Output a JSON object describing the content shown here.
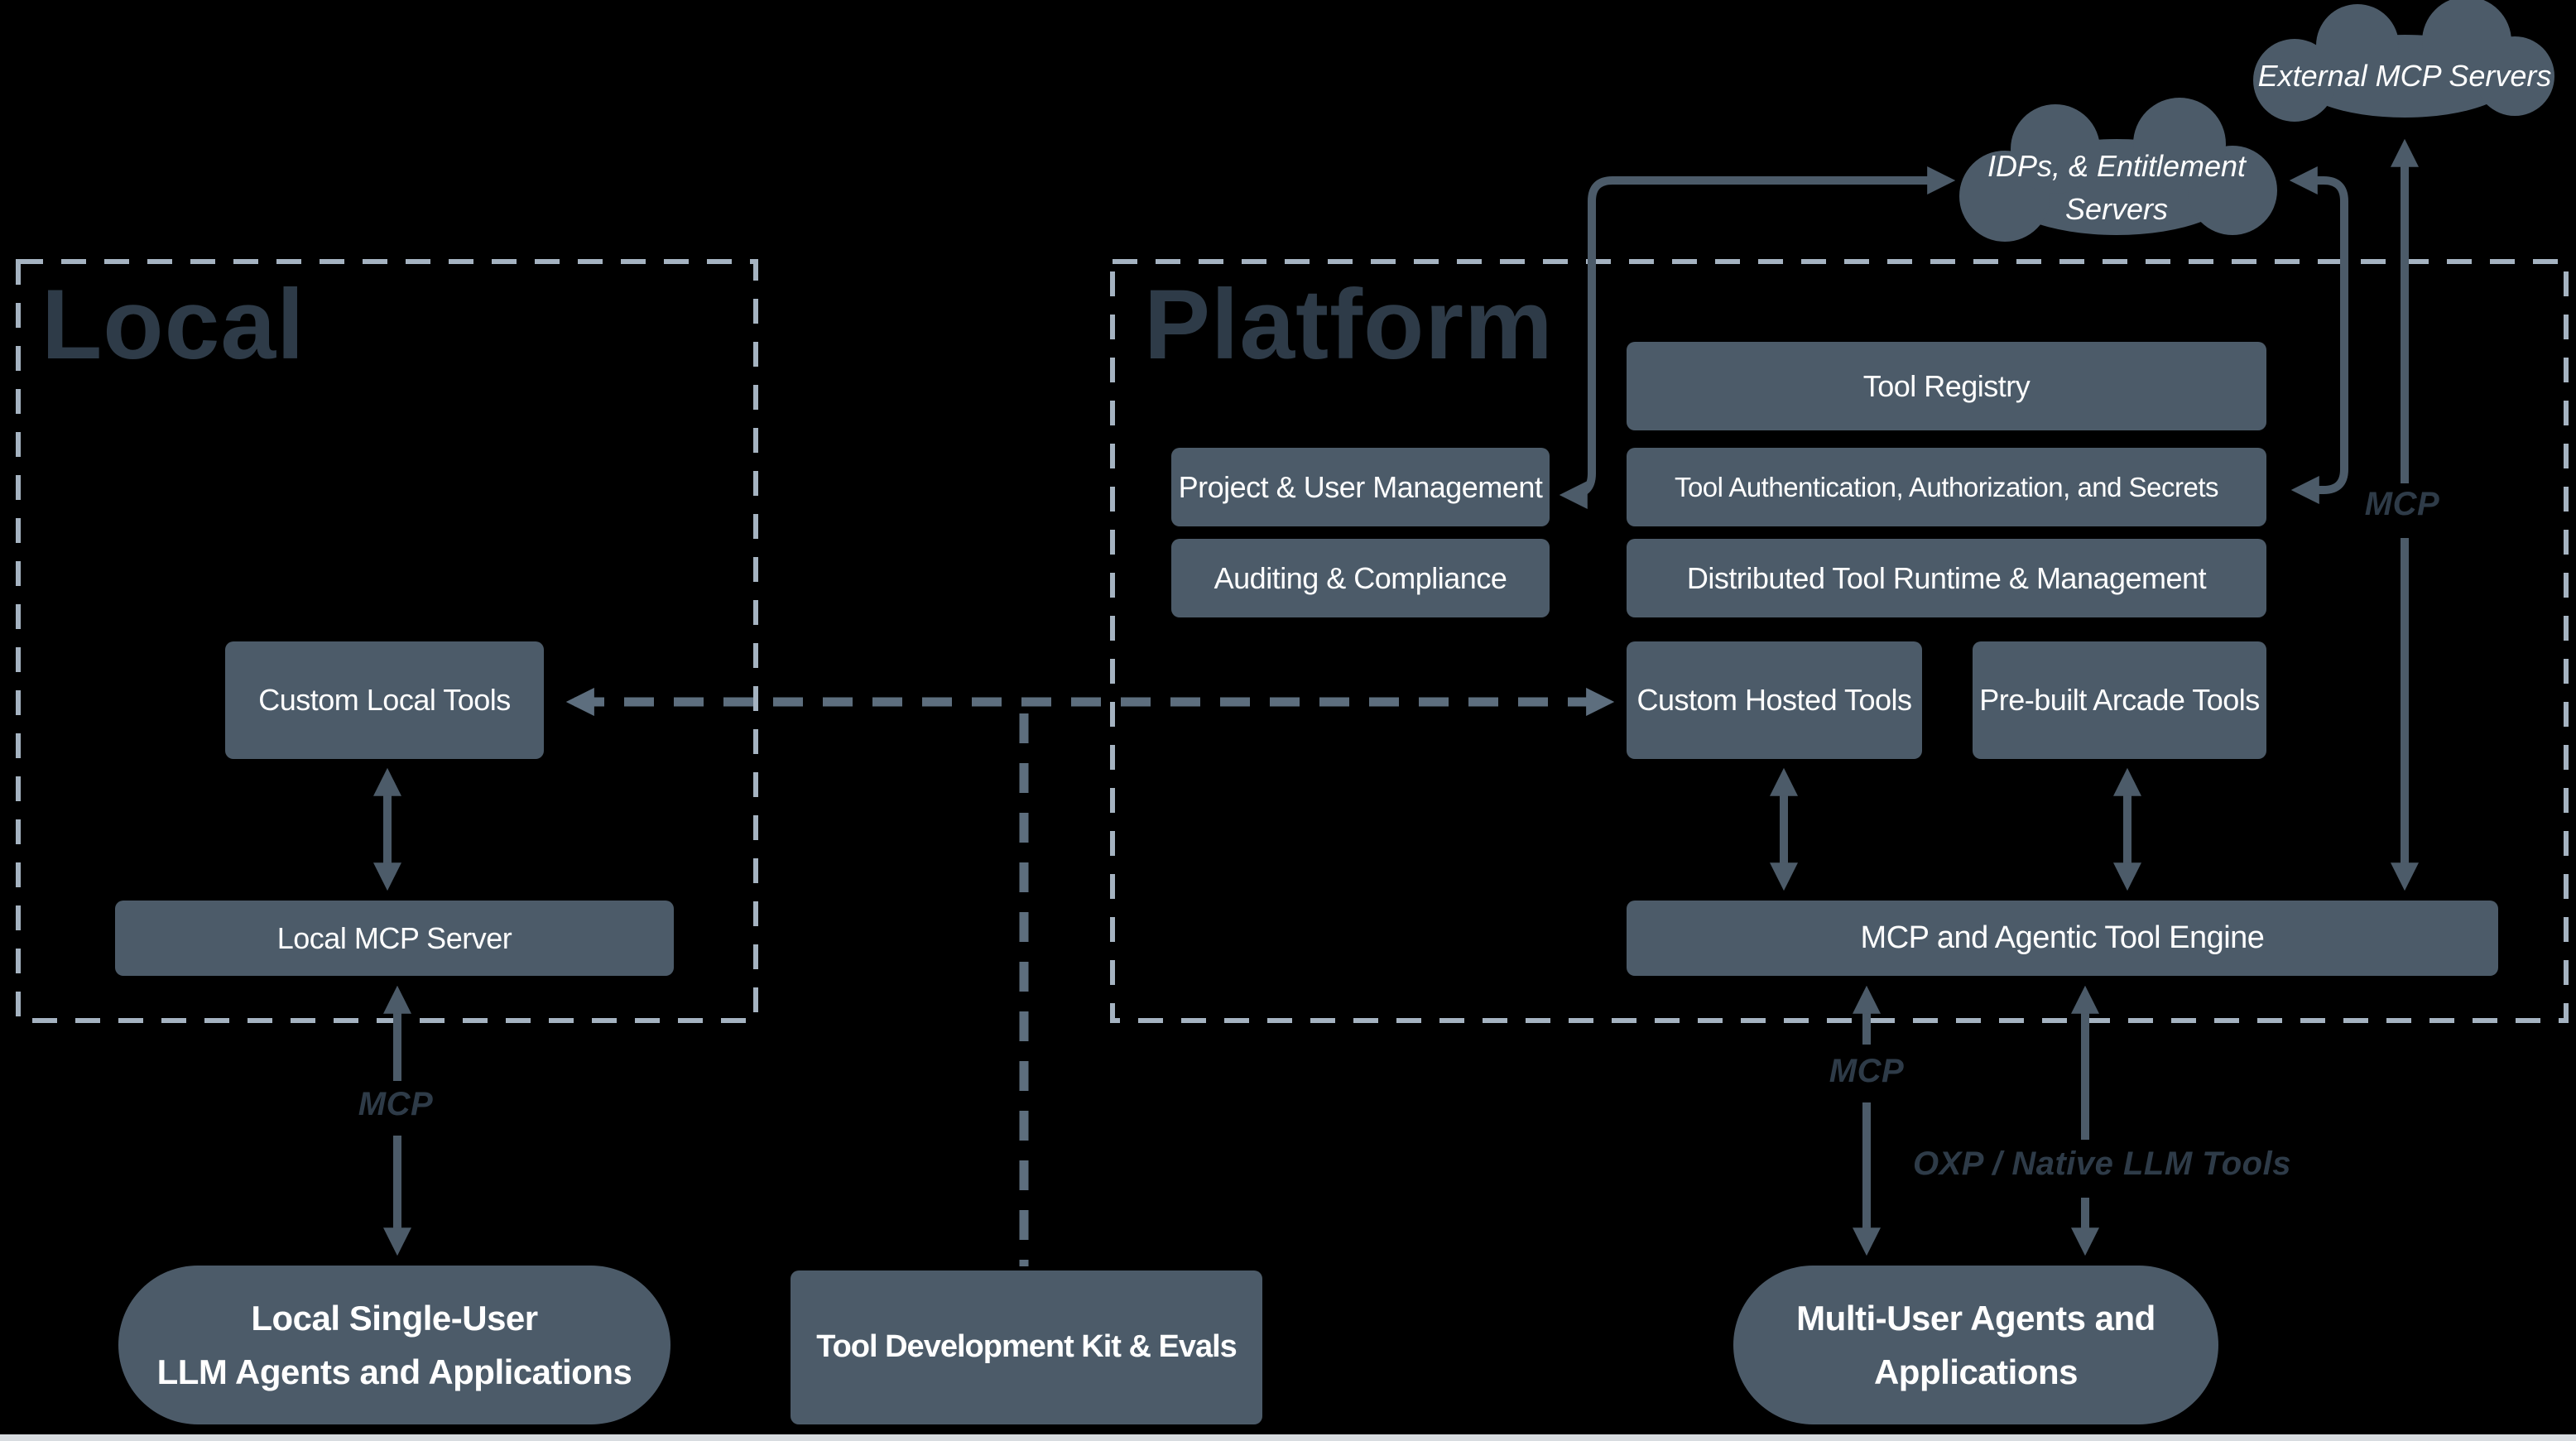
{
  "canvas": {
    "background": "#000000",
    "bottom_bar_color": "#d8dce0"
  },
  "palette": {
    "box_fill": "#4C5B69",
    "arrow": "#4C5B69",
    "dashed_connector": "#5D6E7E",
    "region_border": "#A5B3C1",
    "region_title_color": "#2E3B48",
    "edge_label_color": "#2E3B48",
    "text_light": "#FFFFFF"
  },
  "regions": {
    "local": {
      "title": "Local"
    },
    "platform": {
      "title": "Platform"
    }
  },
  "clouds": {
    "external": {
      "label": "External MCP Servers"
    },
    "idps": {
      "lines": [
        "IDPs, & Entitlement",
        "Servers"
      ]
    }
  },
  "boxes": {
    "custom_local_tools": {
      "label": "Custom Local Tools"
    },
    "local_mcp_server": {
      "label": "Local MCP Server"
    },
    "tool_registry": {
      "label": "Tool Registry"
    },
    "project_user_management": {
      "label": "Project & User Management"
    },
    "tool_auth": {
      "label": "Tool Authentication, Authorization, and Secrets"
    },
    "auditing_compliance": {
      "label": "Auditing & Compliance"
    },
    "distributed_runtime": {
      "label": "Distributed Tool Runtime & Management"
    },
    "custom_hosted_tools": {
      "label": "Custom Hosted Tools"
    },
    "prebuilt_arcade_tools": {
      "label": "Pre-built Arcade Tools"
    },
    "mcp_engine": {
      "label": "MCP and Agentic Tool Engine"
    },
    "tdk": {
      "label": "Tool Development Kit & Evals"
    }
  },
  "pills": {
    "local_agents": {
      "lines": [
        "Local Single-User",
        "LLM Agents and Applications"
      ]
    },
    "multi_user_agents": {
      "lines": [
        "Multi-User Agents and",
        "Applications"
      ]
    }
  },
  "edge_labels": {
    "mcp_local": "MCP",
    "mcp_engine_agents": "MCP",
    "mcp_external": "MCP",
    "oxp": "OXP / Native LLM Tools"
  }
}
